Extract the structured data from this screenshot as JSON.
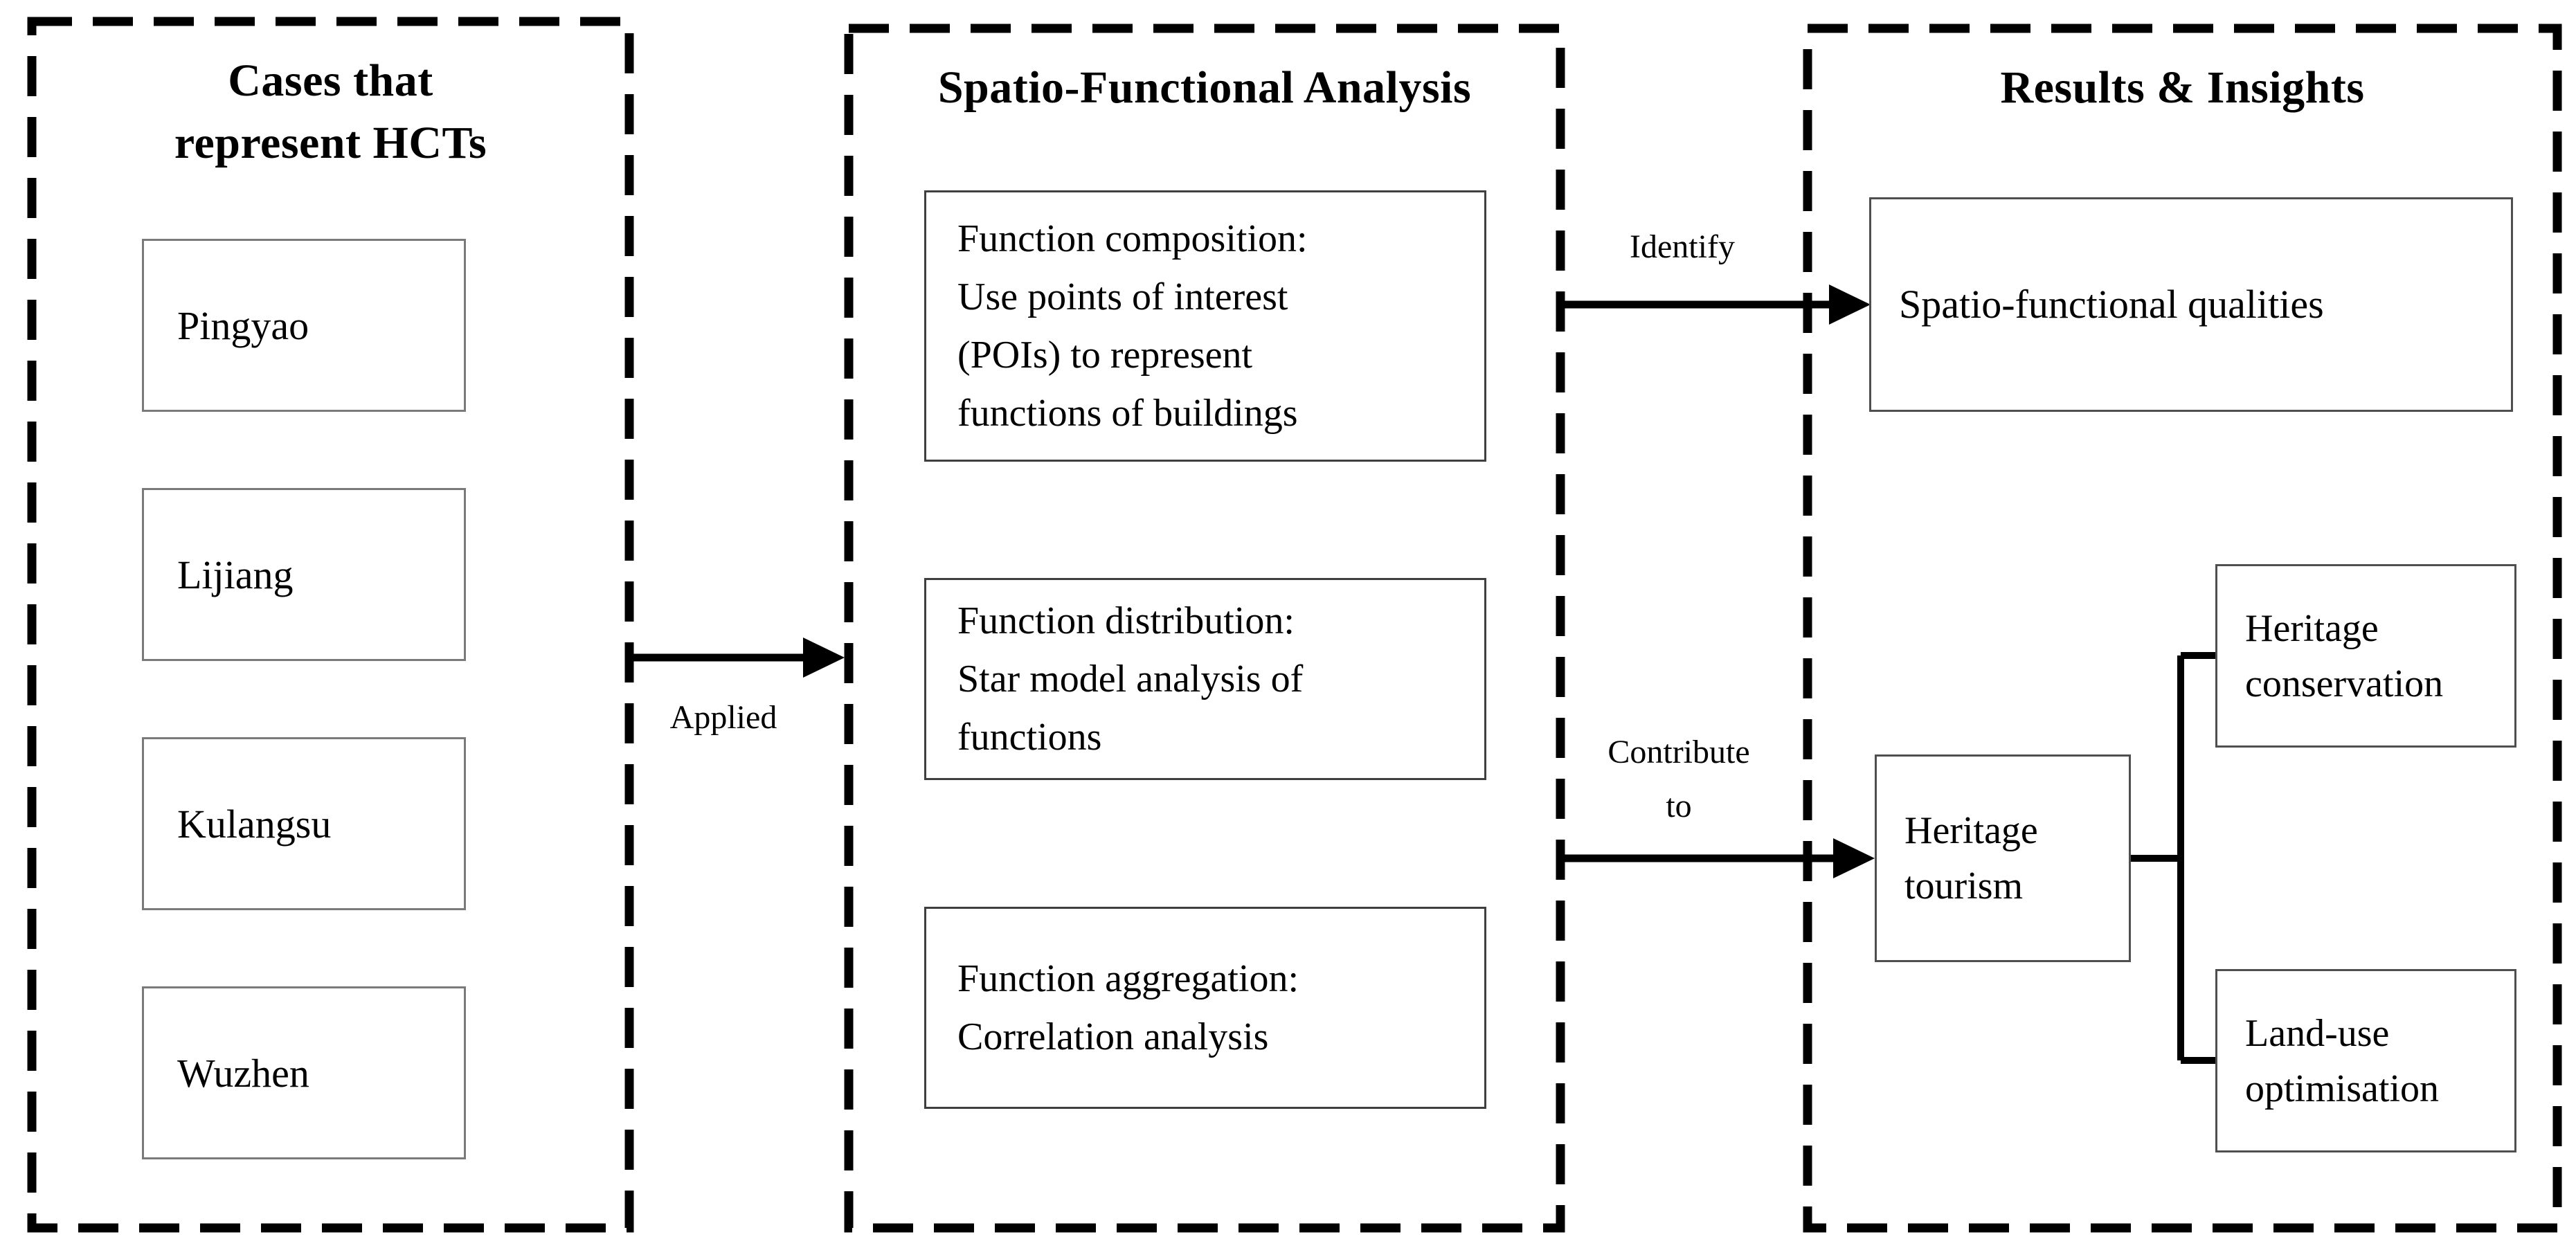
{
  "figure": {
    "background": "#ffffff",
    "line_color": "#000000",
    "panels": {
      "cases": {
        "title_lines": [
          "Cases that",
          "represent HCTs"
        ],
        "items": [
          "Pingyao",
          "Lijiang",
          "Kulangsu",
          "Wuzhen"
        ],
        "box_border": "#7a7a7a"
      },
      "analysis": {
        "title": "Spatio-Functional Analysis",
        "boxes": [
          {
            "lines": [
              "Function composition:",
              "Use points of interest",
              "(POIs) to represent",
              "functions of buildings"
            ]
          },
          {
            "lines": [
              "Function distribution:",
              "Star model analysis of",
              "functions"
            ]
          },
          {
            "lines": [
              "Function aggregation:",
              "Correlation analysis"
            ]
          }
        ],
        "box_border": "#3f3f3f"
      },
      "results": {
        "title": "Results & Insights",
        "qualities": "Spatio-functional qualities",
        "tourism_lines": [
          "Heritage",
          "tourism"
        ],
        "conservation_lines": [
          "Heritage",
          "conservation"
        ],
        "landuse_lines": [
          "Land-use",
          "optimisation"
        ],
        "box_border": "#4f4f4f"
      }
    },
    "arrow_labels": {
      "applied": "Applied",
      "identify": "Identify",
      "contribute_lines": [
        "Contribute",
        "to"
      ]
    }
  }
}
